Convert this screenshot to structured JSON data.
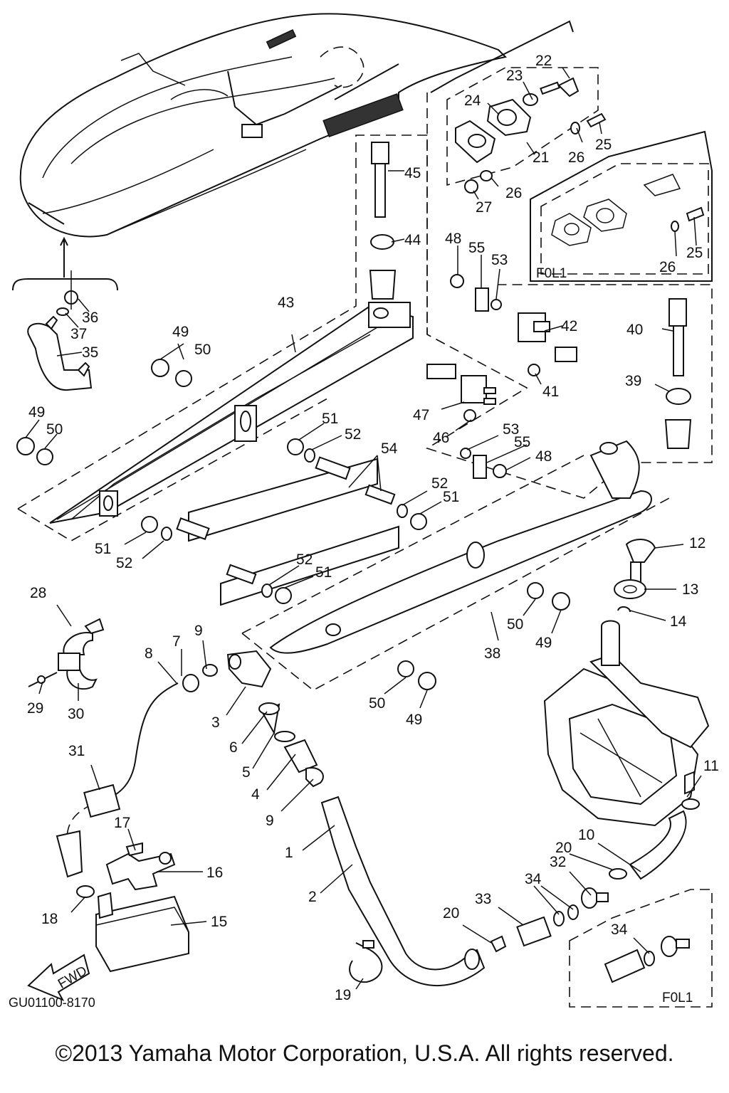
{
  "drawing_code": "GU01100-8170",
  "copyright": "©2013 Yamaha Motor Corporation, U.S.A. All rights reserved.",
  "fwd_label": "FWD",
  "variant_label": "F0L1",
  "callouts": {
    "c1": "1",
    "c2": "2",
    "c3": "3",
    "c4": "4",
    "c5": "5",
    "c6": "6",
    "c7": "7",
    "c8": "8",
    "c9a": "9",
    "c9b": "9",
    "c10": "10",
    "c11": "11",
    "c12": "12",
    "c13": "13",
    "c14": "14",
    "c15": "15",
    "c16": "16",
    "c17": "17",
    "c18": "18",
    "c19": "19",
    "c20a": "20",
    "c20b": "20",
    "c21": "21",
    "c22": "22",
    "c23": "23",
    "c24": "24",
    "c25a": "25",
    "c25b": "25",
    "c26a": "26",
    "c26b": "26",
    "c26c": "26",
    "c27": "27",
    "c28": "28",
    "c29": "29",
    "c30": "30",
    "c31": "31",
    "c32": "32",
    "c33": "33",
    "c34a": "34",
    "c34b": "34",
    "c35": "35",
    "c36": "36",
    "c37": "37",
    "c38": "38",
    "c39": "39",
    "c40": "40",
    "c41": "41",
    "c42": "42",
    "c43": "43",
    "c44": "44",
    "c45": "45",
    "c46": "46",
    "c47": "47",
    "c48a": "48",
    "c48b": "48",
    "c49a": "49",
    "c49b": "49",
    "c49c": "49",
    "c49d": "49",
    "c50a": "50",
    "c50b": "50",
    "c50c": "50",
    "c50d": "50",
    "c51a": "51",
    "c51b": "51",
    "c51c": "51",
    "c51d": "51",
    "c52a": "52",
    "c52b": "52",
    "c52c": "52",
    "c52d": "52",
    "c53a": "53",
    "c53b": "53",
    "c54": "54",
    "c55a": "55",
    "c55b": "55"
  }
}
